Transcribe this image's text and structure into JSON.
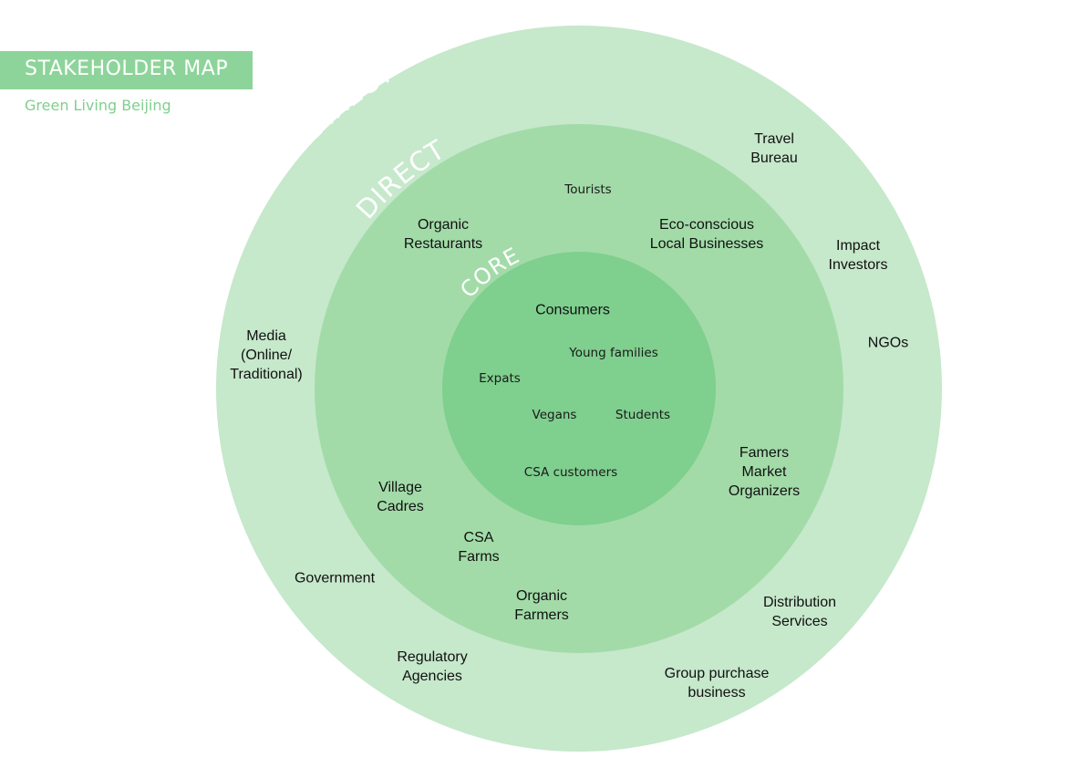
{
  "header": {
    "title": "STAKEHOLDER MAP",
    "subtitle": "Green Living Beijing"
  },
  "colors": {
    "indirect_ring": "#c6e8cb",
    "direct_ring": "#a2dba8",
    "core_circle": "#7fcf8e",
    "banner": "#8dd49a",
    "ring_label_text": "#ffffff"
  },
  "rings": {
    "indirect": {
      "label": "INDIRECT",
      "stakeholders": {
        "travel_bureau": "Travel\nBureau",
        "impact_investors": "Impact\nInvestors",
        "ngos": "NGOs",
        "media": "Media\n(Online/\nTraditional)",
        "government": "Government",
        "regulatory_agencies": "Regulatory\nAgencies",
        "group_purchase": "Group purchase\nbusiness",
        "distribution_services": "Distribution\nServices"
      }
    },
    "direct": {
      "label": "DIRECT",
      "stakeholders": {
        "tourists": "Tourists",
        "organic_restaurants": "Organic\nRestaurants",
        "eco_businesses": "Eco-conscious\nLocal Businesses",
        "farmers_market": "Famers\nMarket\nOrganizers",
        "village_cadres": "Village\nCadres",
        "csa_farms": "CSA\nFarms",
        "organic_farmers": "Organic\nFarmers"
      }
    },
    "core": {
      "label": "CORE",
      "stakeholders": {
        "consumers": "Consumers",
        "young_families": "Young families",
        "expats": "Expats",
        "vegans": "Vegans",
        "students": "Students",
        "csa_customers": "CSA customers"
      }
    }
  }
}
